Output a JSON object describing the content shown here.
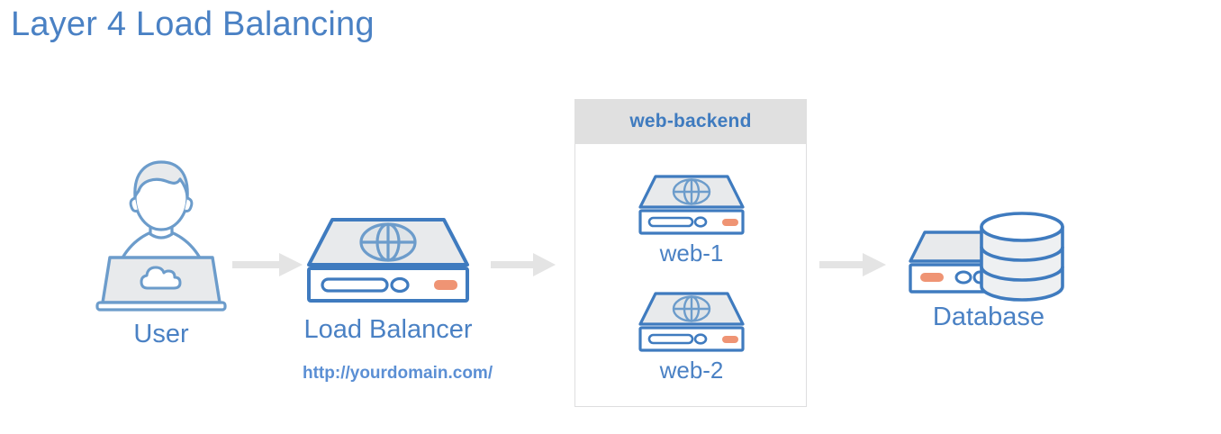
{
  "page": {
    "title": "Layer 4 Load Balancing",
    "background": "#ffffff"
  },
  "colors": {
    "title_blue": "#4a81c4",
    "outline_blue": "#4a81c4",
    "label_blue": "#4a81c4",
    "header_blue": "#3f7bbf",
    "fill_gray": "#e8eaec",
    "box_gray": "#e0e0e0",
    "border_gray": "#dededf",
    "arrow_gray": "#e4e4e4",
    "led_orange": "#ef9474"
  },
  "diagram": {
    "type": "network-architecture",
    "nodes": [
      {
        "id": "user",
        "label": "User",
        "icon": "user-laptop-icon"
      },
      {
        "id": "load-balancer",
        "label": "Load Balancer",
        "sublabel": "http://yourdomain.com/",
        "icon": "server-globe-icon"
      },
      {
        "id": "web-1",
        "label": "web-1",
        "icon": "server-globe-icon"
      },
      {
        "id": "web-2",
        "label": "web-2",
        "icon": "server-globe-icon"
      },
      {
        "id": "database",
        "label": "Database",
        "icon": "database-icon"
      }
    ],
    "group": {
      "id": "web-backend",
      "title": "web-backend",
      "members": [
        "web-1",
        "web-2"
      ]
    },
    "arrows": [
      {
        "from": "user",
        "to": "load-balancer"
      },
      {
        "from": "load-balancer",
        "to": "web-backend"
      },
      {
        "from": "web-backend",
        "to": "database"
      }
    ]
  }
}
